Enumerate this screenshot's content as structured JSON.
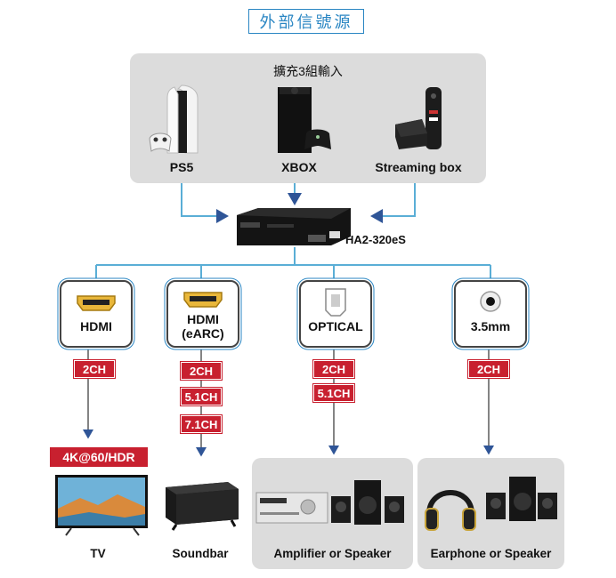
{
  "title": "外部信號源",
  "sources": {
    "heading": "擴充3組輸入",
    "items": [
      {
        "label": "PS5"
      },
      {
        "label": "XBOX"
      },
      {
        "label": "Streaming box"
      }
    ]
  },
  "device": {
    "name": "HA2-320eS"
  },
  "outputs": [
    {
      "label": "HDMI",
      "badges": [
        "2CH"
      ]
    },
    {
      "label": "HDMI\n(eARC)",
      "badges": [
        "2CH",
        "5.1CH",
        "7.1CH"
      ]
    },
    {
      "label": "OPTICAL",
      "badges": [
        "2CH",
        "5.1CH"
      ]
    },
    {
      "label": "3.5mm",
      "badges": [
        "2CH"
      ]
    }
  ],
  "resolution_badge": "4K@60/HDR",
  "destinations": [
    {
      "label": "TV"
    },
    {
      "label": "Soundbar"
    },
    {
      "label": "Amplifier  or  Speaker"
    },
    {
      "label": "Earphone or Speaker"
    }
  ],
  "colors": {
    "accent": "#2a86c3",
    "line": "#5aaed6",
    "badge": "#c8202f",
    "arrow": "#2f5597",
    "panel": "#dcdcdc"
  }
}
